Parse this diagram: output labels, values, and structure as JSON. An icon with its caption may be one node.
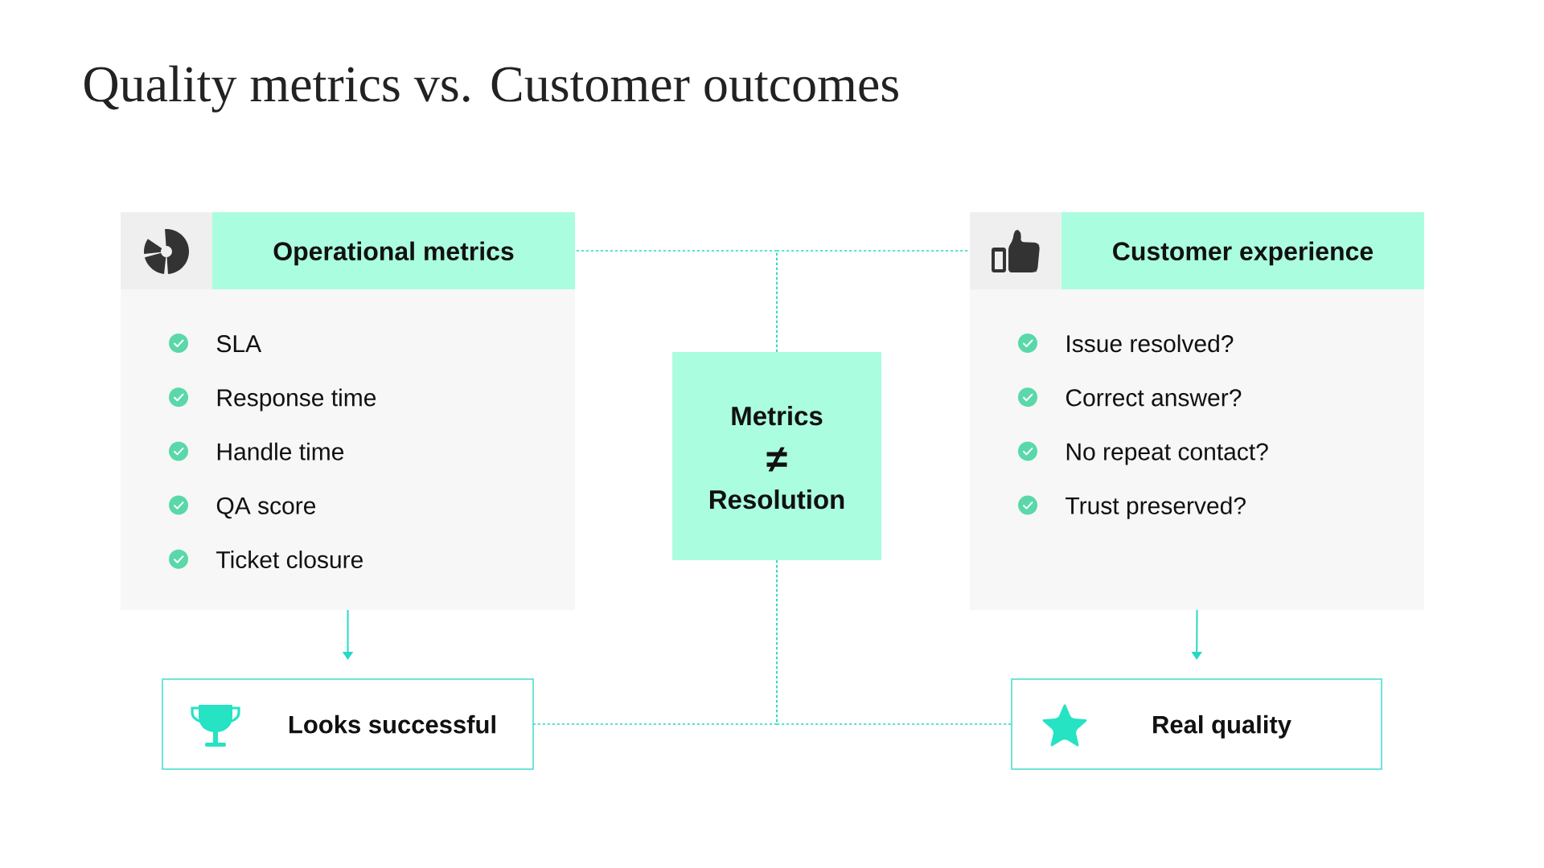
{
  "diagram": {
    "title": "Quality metrics vs. Customer outcomes",
    "nodes": [
      {
        "text": [
          "Operational metrics",
          "SLA",
          "Response time",
          "Handle time",
          "QA score",
          "Ticket closure"
        ]
      },
      {
        "text": [
          "Customer experience",
          "Issue resolved?",
          "Correct answer?",
          "No repeat contact?",
          "Trust preserved?"
        ]
      },
      {
        "text": [
          "Metrics",
          "≠",
          "Resolution"
        ]
      },
      {
        "text": [
          "Looks successful"
        ]
      },
      {
        "text": [
          "Real quality"
        ]
      }
    ],
    "edges": [
      {
        "from": 2,
        "to": 0,
        "arrow": "none",
        "style": "dashed"
      },
      {
        "from": 2,
        "to": 1,
        "arrow": "none",
        "style": "dashed"
      },
      {
        "from": 0,
        "to": 3,
        "arrow": "to"
      },
      {
        "from": 1,
        "to": 4,
        "arrow": "to"
      },
      {
        "from": 2,
        "to": 3,
        "arrow": "none",
        "style": "dashed"
      },
      {
        "from": 2,
        "to": 4,
        "arrow": "none",
        "style": "dashed"
      }
    ]
  }
}
